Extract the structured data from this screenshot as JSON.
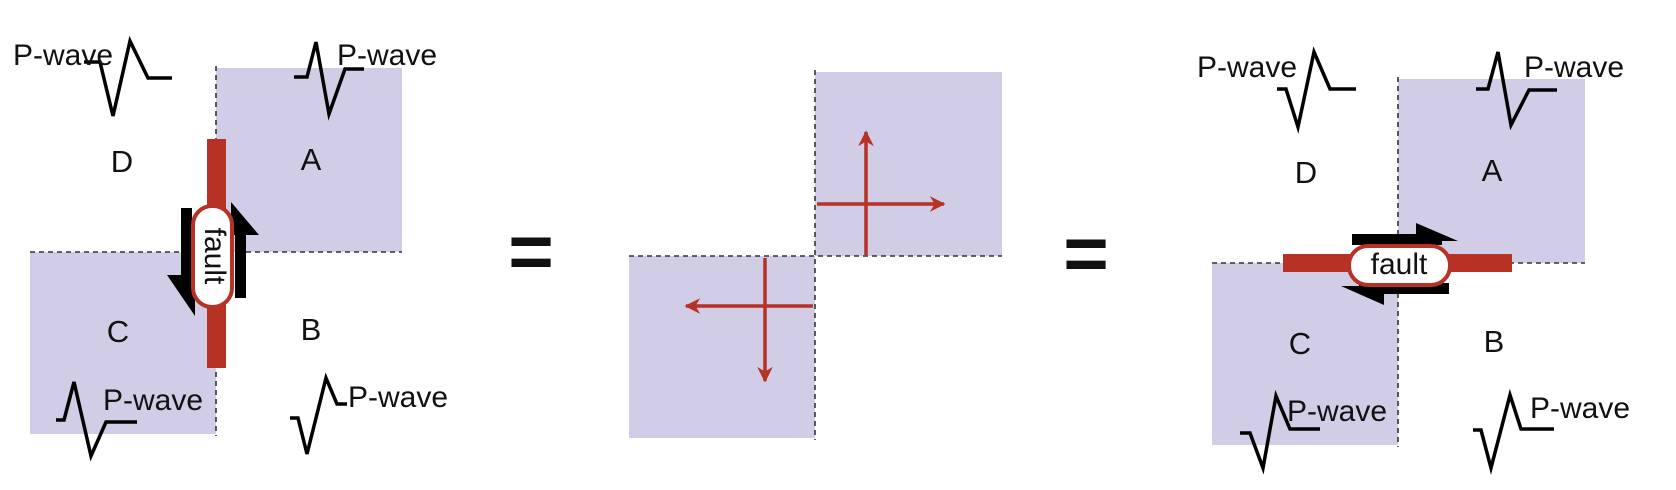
{
  "colors": {
    "block_fill": "#d1cde6",
    "fault_red": "#b53224",
    "slip_arrow": "#000000",
    "dashed_line": "#333333",
    "text": "#111111"
  },
  "panels": [
    {
      "id": "left",
      "fault_orientation": "vertical",
      "fault_label": "fault",
      "quadrants": [
        "A",
        "B",
        "C",
        "D"
      ],
      "wave_labels": [
        "P-wave",
        "P-wave",
        "P-wave",
        "P-wave"
      ]
    },
    {
      "id": "middle",
      "equals_before": "=",
      "equals_after": "="
    },
    {
      "id": "right",
      "fault_orientation": "horizontal",
      "fault_label": "fault",
      "quadrants": [
        "A",
        "B",
        "C",
        "D"
      ],
      "wave_labels": [
        "P-wave",
        "P-wave",
        "P-wave",
        "P-wave"
      ]
    }
  ],
  "icons": [
    "waveform-icon",
    "arrow-icon"
  ]
}
